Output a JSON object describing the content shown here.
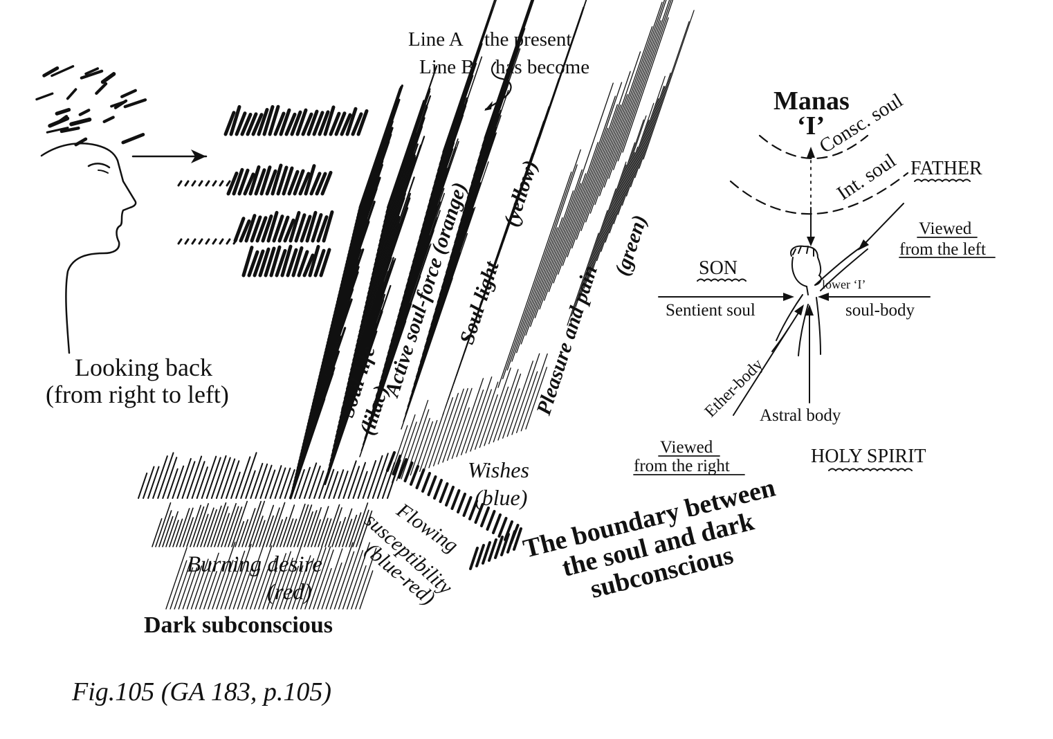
{
  "left": {
    "looking_back_1": "Looking back",
    "looking_back_2": "(from right to left)",
    "line_a": "Line A",
    "the_present": "the present",
    "line_b": "Line B",
    "has_become": "has become"
  },
  "bands": {
    "soul_life": "Soul-life",
    "lilac": "(lilac)",
    "active_soul_force": "Active soul-force (orange)",
    "soul_light": "Soul-light",
    "yellow": "(yellow)",
    "pleasure_pain": "Pleasure and pain",
    "green": "(green)",
    "wishes": "Wishes",
    "blue": "(blue)",
    "flowing": "Flowing",
    "susceptibility": "susceptibility",
    "blue_red": "(blue-red)",
    "burning_desire": "Burning desire",
    "red": "(red)",
    "dark_subconscious": "Dark subconscious",
    "boundary_1": "The boundary between",
    "boundary_2": "the soul and dark",
    "boundary_3": "subconscious"
  },
  "right": {
    "manas": "Manas",
    "i": "‘I’",
    "consc_soul": "Consc. soul",
    "int_soul": "Int. soul",
    "father": "FATHER",
    "viewed_left_1": "Viewed",
    "viewed_left_2": "from the left",
    "son": "SON",
    "lower_i": "lower ‘I’",
    "sentient_soul": "Sentient soul",
    "soul_body": "soul-body",
    "ether_body": "Ether-body",
    "astral_body": "Astral body",
    "viewed_right_1": "Viewed",
    "viewed_right_2": "from the right",
    "holy_spirit": "HOLY SPIRIT"
  },
  "caption": "Fig.105 (GA 183, p.105)",
  "icons": [
    "face-profile-icon",
    "small-human-figure-icon"
  ],
  "colors": {
    "ink": "#111111",
    "background": "#ffffff"
  }
}
